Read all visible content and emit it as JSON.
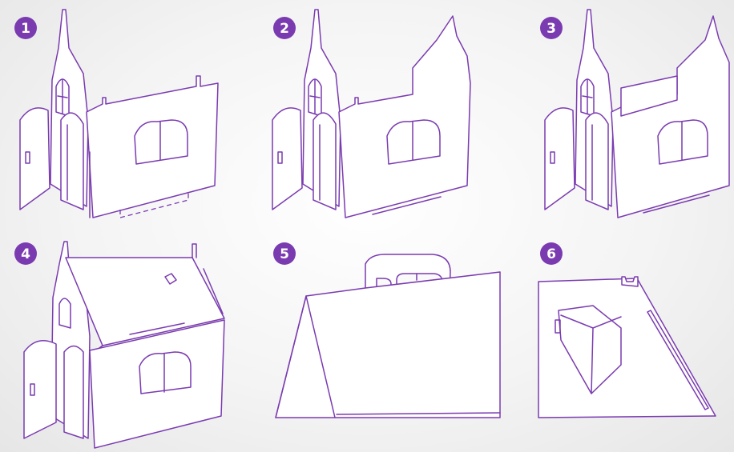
{
  "accent_color": "#7a3bb0",
  "steps": [
    {
      "number": "1"
    },
    {
      "number": "2"
    },
    {
      "number": "3"
    },
    {
      "number": "4"
    },
    {
      "number": "5"
    },
    {
      "number": "6"
    }
  ]
}
